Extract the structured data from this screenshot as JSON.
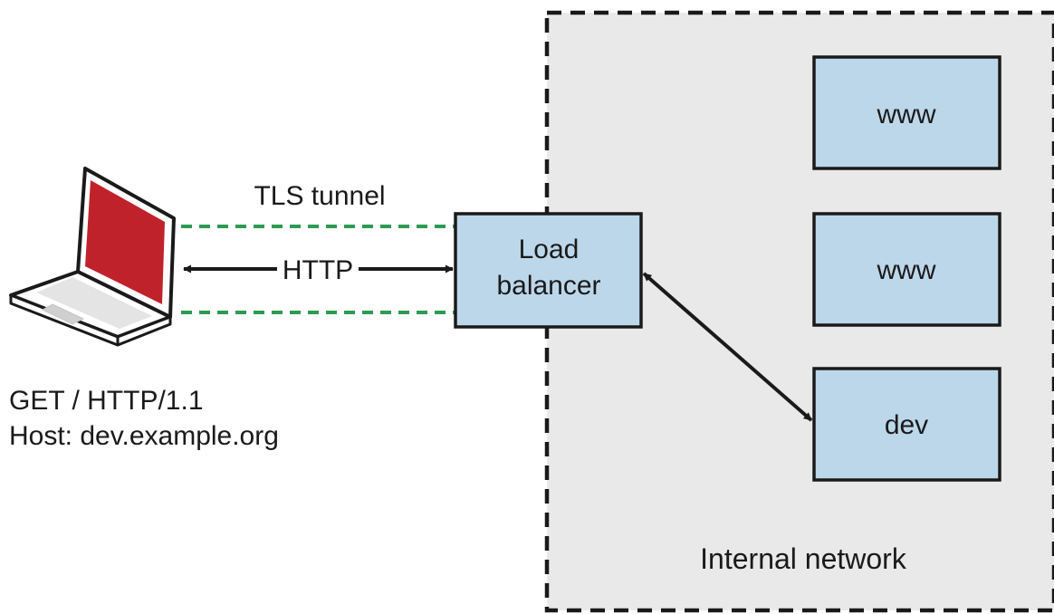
{
  "tunnel_label": "TLS tunnel",
  "protocol_label": "HTTP",
  "load_balancer": {
    "line1": "Load",
    "line2": "balancer"
  },
  "servers": [
    {
      "label": "www"
    },
    {
      "label": "www"
    },
    {
      "label": "dev"
    }
  ],
  "network_label": "Internal network",
  "request": {
    "line1": "GET / HTTP/1.1",
    "line2": "Host: dev.example.org"
  },
  "colors": {
    "box_fill": "#bdd7ea",
    "network_fill": "#e9e9e9",
    "tunnel_line": "#2e9a52",
    "laptop_screen": "#c0222b",
    "stroke": "#1a1a1a"
  }
}
